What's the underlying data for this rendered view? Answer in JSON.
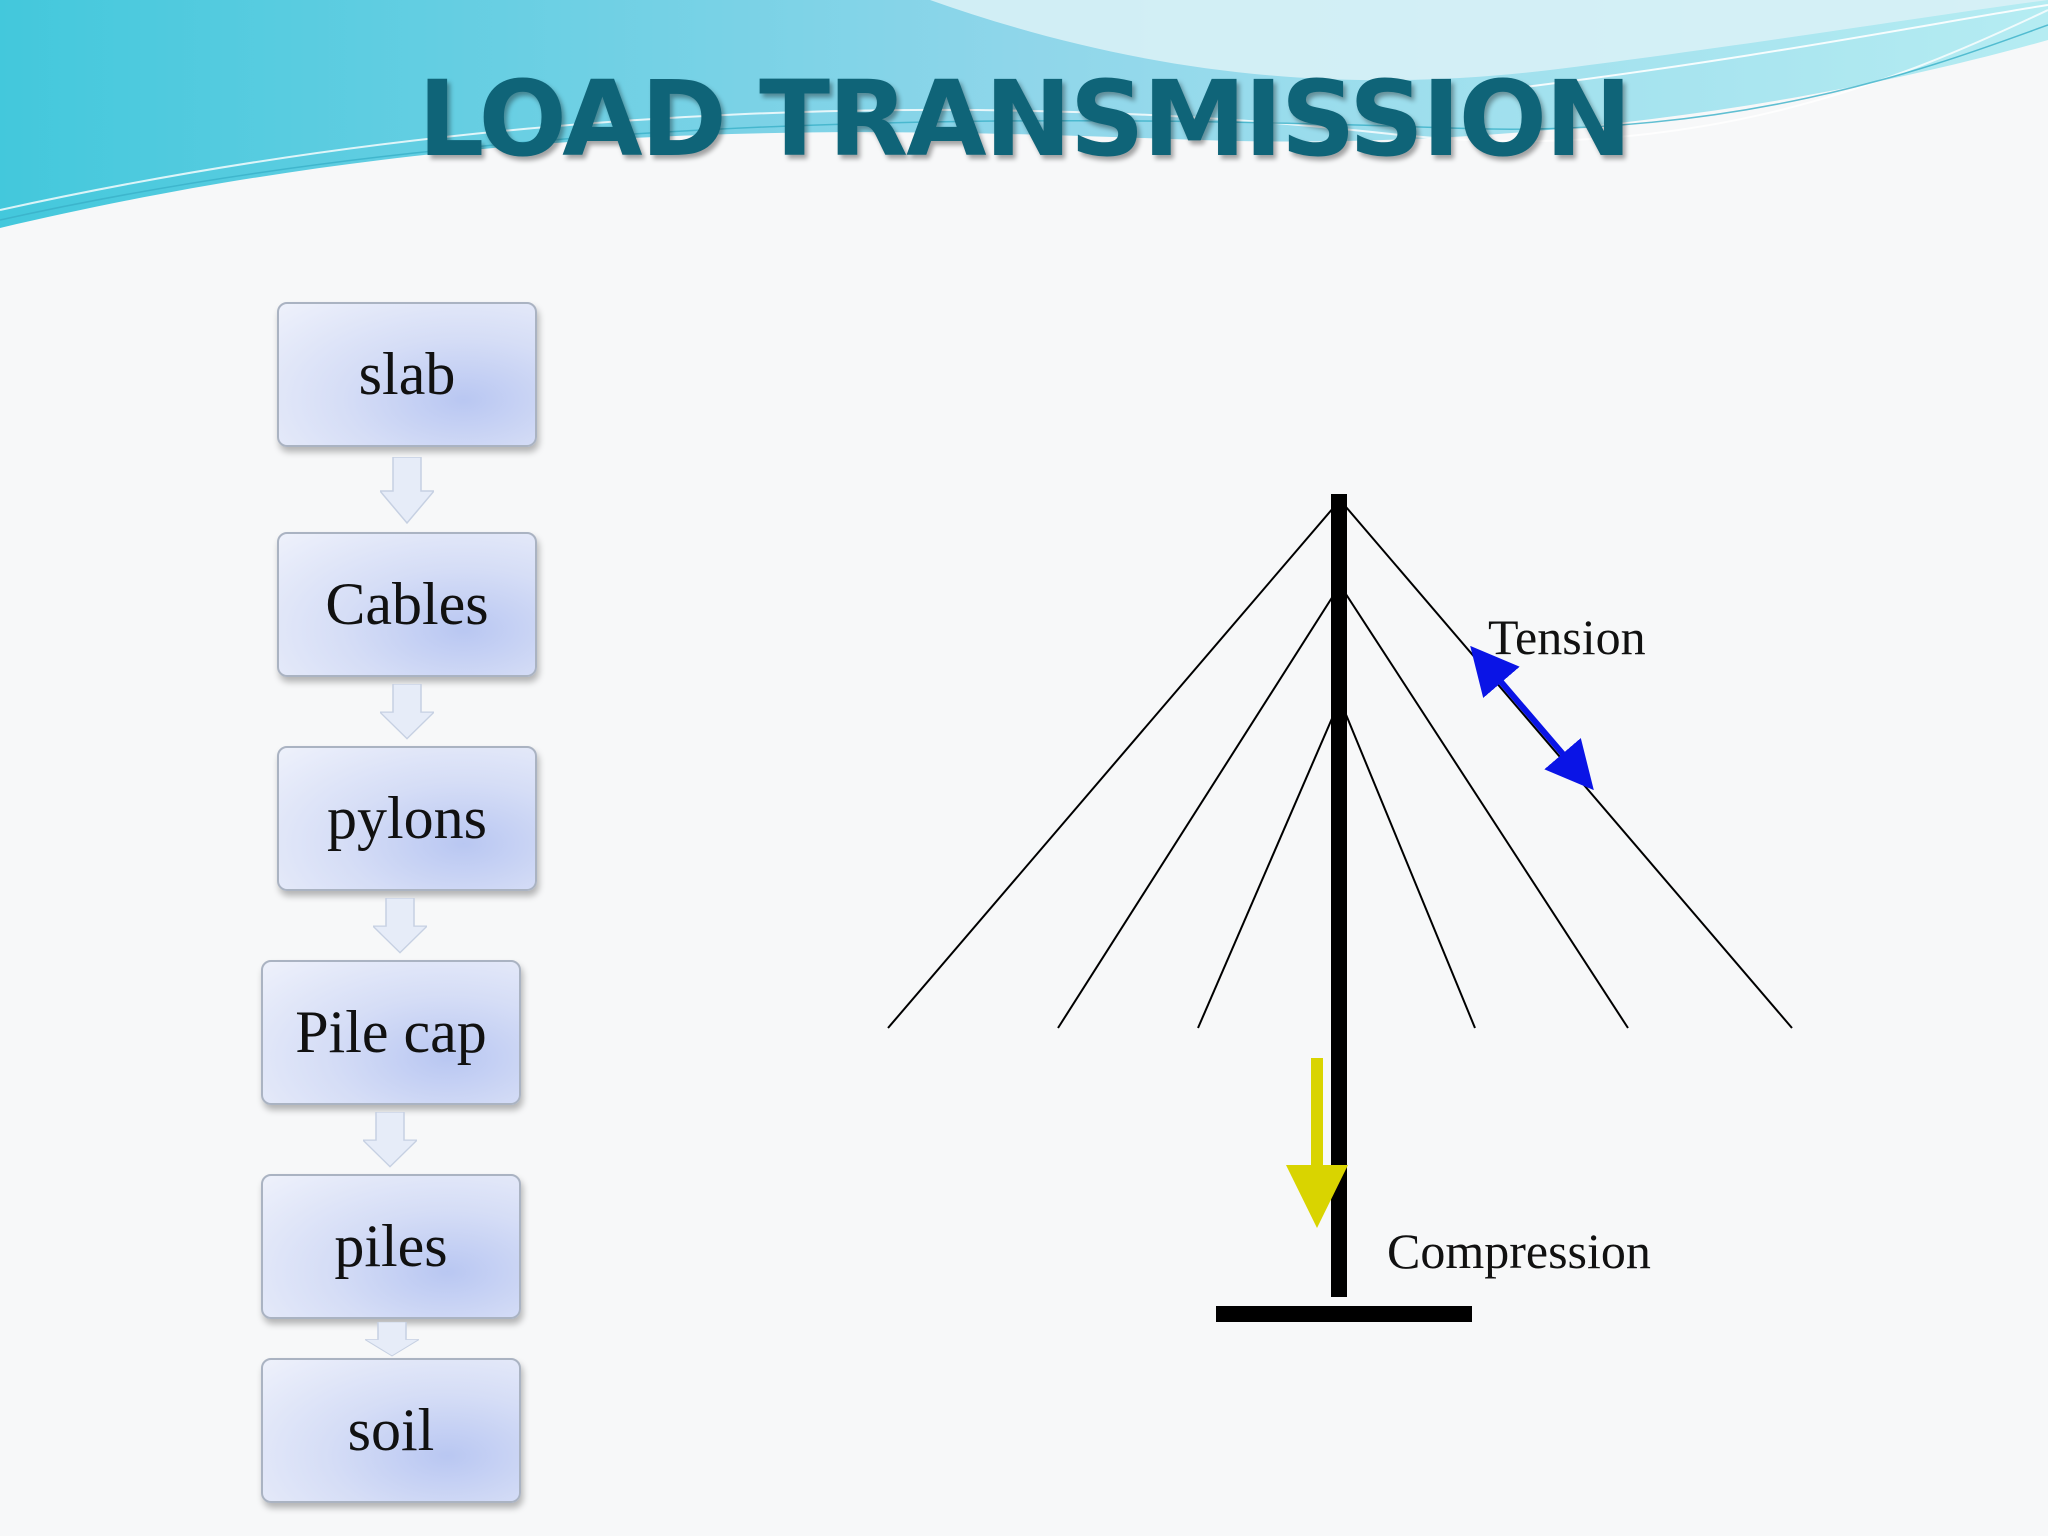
{
  "title": "LOAD TRANSMISSION",
  "flow": [
    {
      "label": "slab"
    },
    {
      "label": "Cables"
    },
    {
      "label": "pylons"
    },
    {
      "label": "Pile cap"
    },
    {
      "label": "piles"
    },
    {
      "label": "soil"
    }
  ],
  "diagram": {
    "tension_label": "Tension",
    "compression_label": "Compression",
    "colors": {
      "tension_arrow": "#0a14e6",
      "compression_arrow": "#d9d400",
      "pylon": "#000000"
    }
  },
  "theme": {
    "title_color": "#0f6478",
    "header_wave": "#5fcfe0"
  }
}
